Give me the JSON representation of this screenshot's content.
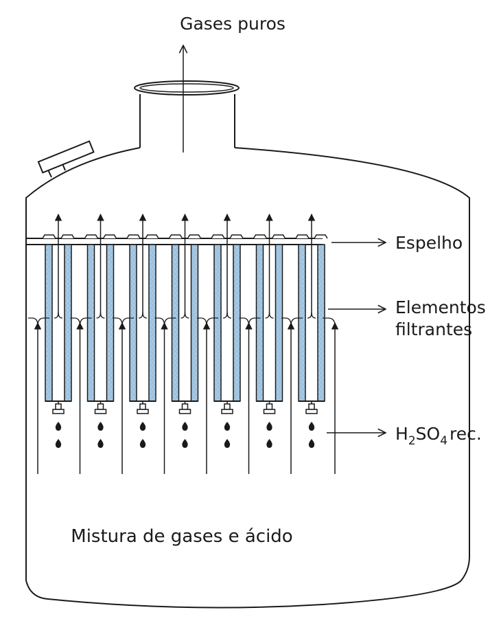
{
  "labels": {
    "top": "Gases puros",
    "espelho": "Espelho",
    "elementos_line1": "Elementos",
    "elementos_line2": "filtrantes",
    "acid_h": "H",
    "acid_sub2": "2",
    "acid_so": "SO",
    "acid_sub4": "4",
    "acid_rec": "rec.",
    "bottom": "Mistura de gases e ácido"
  },
  "colors": {
    "line": "#1a1a1a",
    "filter_fill": "#a8cbe6",
    "filter_pattern": "#8fb3d2",
    "background": "#ffffff"
  },
  "filter_count": 7
}
